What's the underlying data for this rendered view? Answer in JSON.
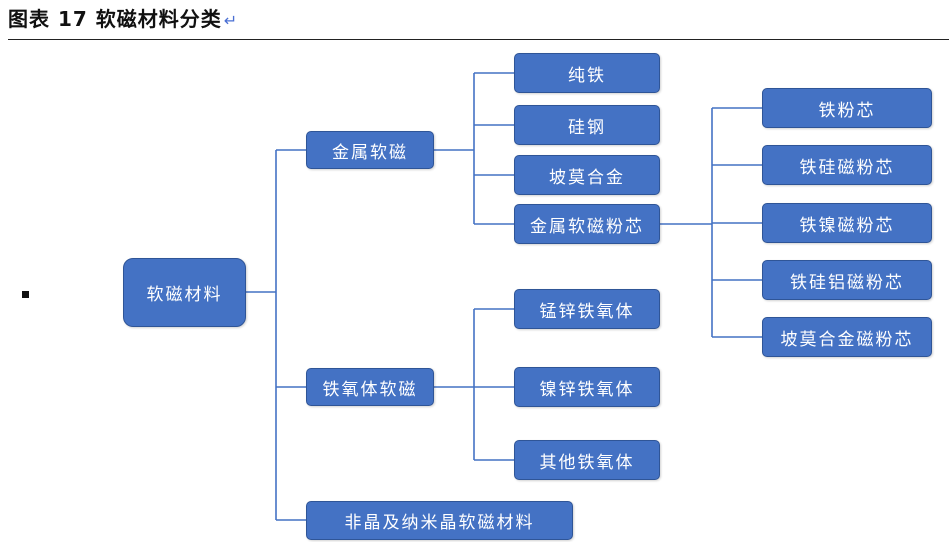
{
  "title": {
    "text": "图表 17 软磁材料分类",
    "return_mark": "↵"
  },
  "colors": {
    "node_fill": "#4472c4",
    "node_border": "#2f5597",
    "connector": "#4472c4",
    "text": "#ffffff"
  },
  "diagram": {
    "root": "软磁材料",
    "branches": [
      {
        "label": "金属软磁",
        "children": [
          "纯铁",
          "硅钢",
          "坡莫合金",
          {
            "label": "金属软磁粉芯",
            "children": [
              "铁粉芯",
              "铁硅磁粉芯",
              "铁镍磁粉芯",
              "铁硅铝磁粉芯",
              "坡莫合金磁粉芯"
            ]
          }
        ]
      },
      {
        "label": "铁氧体软磁",
        "children": [
          "锰锌铁氧体",
          "镍锌铁氧体",
          "其他铁氧体"
        ]
      },
      {
        "label": "非晶及纳米晶软磁材料",
        "children": []
      }
    ]
  }
}
